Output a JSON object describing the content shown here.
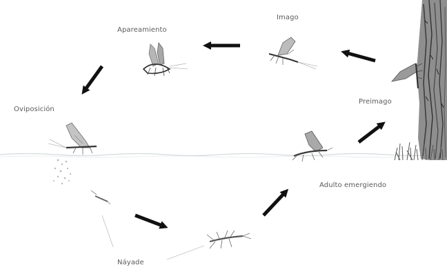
{
  "stages": [
    {
      "id": "imago",
      "label": "Imago",
      "icon": "mayfly-flying-icon"
    },
    {
      "id": "apareamiento",
      "label": "Apareamiento",
      "icon": "mating-mayflies-icon"
    },
    {
      "id": "oviposicion",
      "label": "Oviposición",
      "icon": "egg-laying-mayfly-icon"
    },
    {
      "id": "nayade",
      "label": "Náyade",
      "icon": "nymph-icon"
    },
    {
      "id": "adulto_emergiendo",
      "label": "Adulto emergiendo",
      "icon": "emerging-adult-icon"
    },
    {
      "id": "preimago",
      "label": "Preimago",
      "icon": "subimago-on-tree-icon"
    }
  ],
  "colors": {
    "arrow": "#111111",
    "label": "#5a5a5a",
    "sketch": "#4a4a4a",
    "water": "#c9cfd3"
  }
}
